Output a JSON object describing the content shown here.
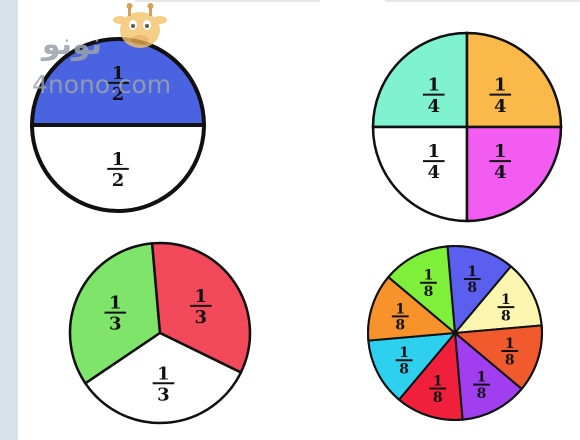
{
  "watermark": {
    "site": "4nono.com",
    "arabic": "نونو"
  },
  "circles": [
    {
      "id": "halves",
      "outline": "#111111",
      "sectors": [
        {
          "fraction": "1/2",
          "numerator": "1",
          "denominator": "2",
          "color": "#4a63e0"
        },
        {
          "fraction": "1/2",
          "numerator": "1",
          "denominator": "2",
          "color": "#ffffff"
        }
      ]
    },
    {
      "id": "quarters",
      "outline": "#111111",
      "sectors": [
        {
          "fraction": "1/4",
          "numerator": "1",
          "denominator": "4",
          "color": "#7ff2cf"
        },
        {
          "fraction": "1/4",
          "numerator": "1",
          "denominator": "4",
          "color": "#fbb94a"
        },
        {
          "fraction": "1/4",
          "numerator": "1",
          "denominator": "4",
          "color": "#ffffff"
        },
        {
          "fraction": "1/4",
          "numerator": "1",
          "denominator": "4",
          "color": "#f25cf0"
        }
      ]
    },
    {
      "id": "thirds",
      "outline": "#111111",
      "sectors": [
        {
          "fraction": "1/3",
          "numerator": "1",
          "denominator": "3",
          "color": "#7fe46a"
        },
        {
          "fraction": "1/3",
          "numerator": "1",
          "denominator": "3",
          "color": "#f24a5a"
        },
        {
          "fraction": "1/3",
          "numerator": "1",
          "denominator": "3",
          "color": "#ffffff"
        }
      ]
    },
    {
      "id": "eighths",
      "outline": "#111111",
      "sectors": [
        {
          "fraction": "1/8",
          "numerator": "1",
          "denominator": "8",
          "color": "#5a5ff0"
        },
        {
          "fraction": "1/8",
          "numerator": "1",
          "denominator": "8",
          "color": "#fcf6b0"
        },
        {
          "fraction": "1/8",
          "numerator": "1",
          "denominator": "8",
          "color": "#f05a2c"
        },
        {
          "fraction": "1/8",
          "numerator": "1",
          "denominator": "8",
          "color": "#a13ff0"
        },
        {
          "fraction": "1/8",
          "numerator": "1",
          "denominator": "8",
          "color": "#f0203c"
        },
        {
          "fraction": "1/8",
          "numerator": "1",
          "denominator": "8",
          "color": "#2ed0f0"
        },
        {
          "fraction": "1/8",
          "numerator": "1",
          "denominator": "8",
          "color": "#f7932a"
        },
        {
          "fraction": "1/8",
          "numerator": "1",
          "denominator": "8",
          "color": "#7ff03a"
        }
      ]
    }
  ]
}
